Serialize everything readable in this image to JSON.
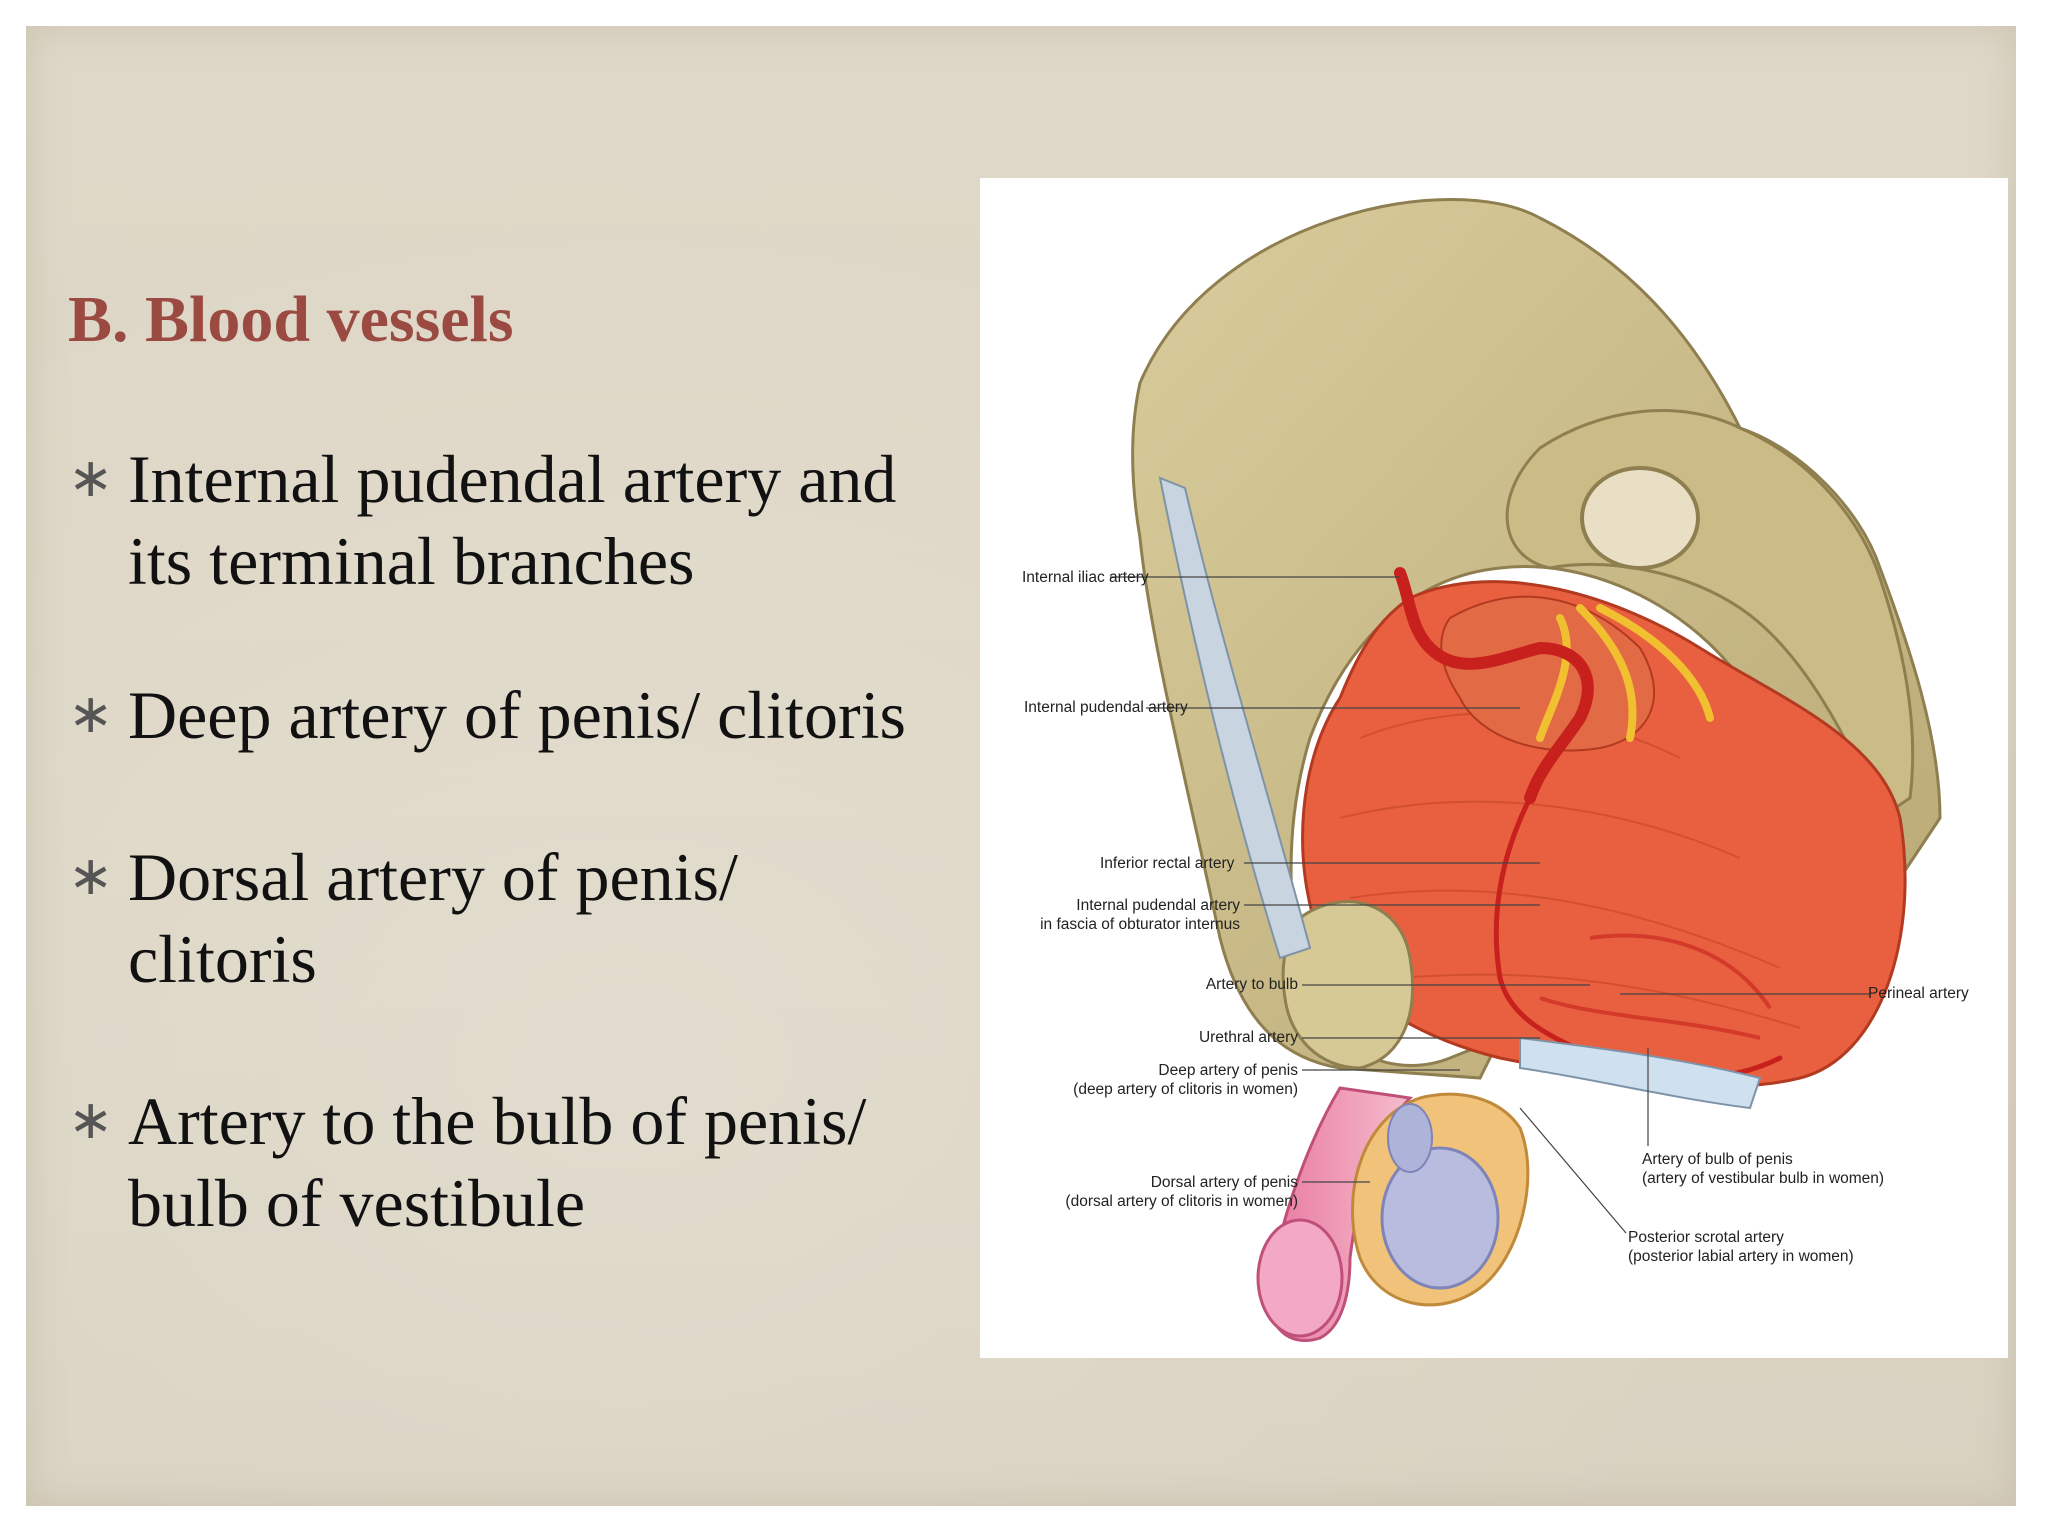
{
  "slide": {
    "title": "B. Blood vessels",
    "bullet_marker": "∗",
    "bullets": [
      {
        "line1": "Internal pudendal artery and",
        "line2": "its terminal branches"
      },
      {
        "line1": "Deep artery of penis/ clitoris",
        "line2": ""
      },
      {
        "line1": "Dorsal artery of penis/",
        "line2": "clitoris"
      },
      {
        "line1": "Artery to the bulb of penis/",
        "line2": "bulb of vestibule"
      }
    ]
  },
  "figure": {
    "labels": {
      "internal_iliac": "Internal iliac artery",
      "internal_pudendal": "Internal pudendal artery",
      "inferior_rectal": "Inferior rectal artery",
      "ip_fascia_1": "Internal pudendal artery",
      "ip_fascia_2": "in fascia of obturator internus",
      "artery_to_bulb": "Artery to bulb",
      "urethral": "Urethral artery",
      "deep_artery_1": "Deep artery of penis",
      "deep_artery_2": "(deep artery of clitoris in women)",
      "dorsal_artery_1": "Dorsal artery of penis",
      "dorsal_artery_2": "(dorsal artery of clitoris in women)",
      "perineal": "Perineal artery",
      "bulb_penis_1": "Artery of bulb of penis",
      "bulb_penis_2": "(artery of vestibular bulb in women)",
      "post_scrotal_1": "Posterior scrotal artery",
      "post_scrotal_2": "(posterior labial artery in women)"
    },
    "colors": {
      "bone": "#cfc090",
      "muscle": "#e8603f",
      "artery": "#c8201c",
      "nerve": "#f0c030",
      "penis": "#f0a0b8",
      "testis": "#b8bde0"
    }
  }
}
